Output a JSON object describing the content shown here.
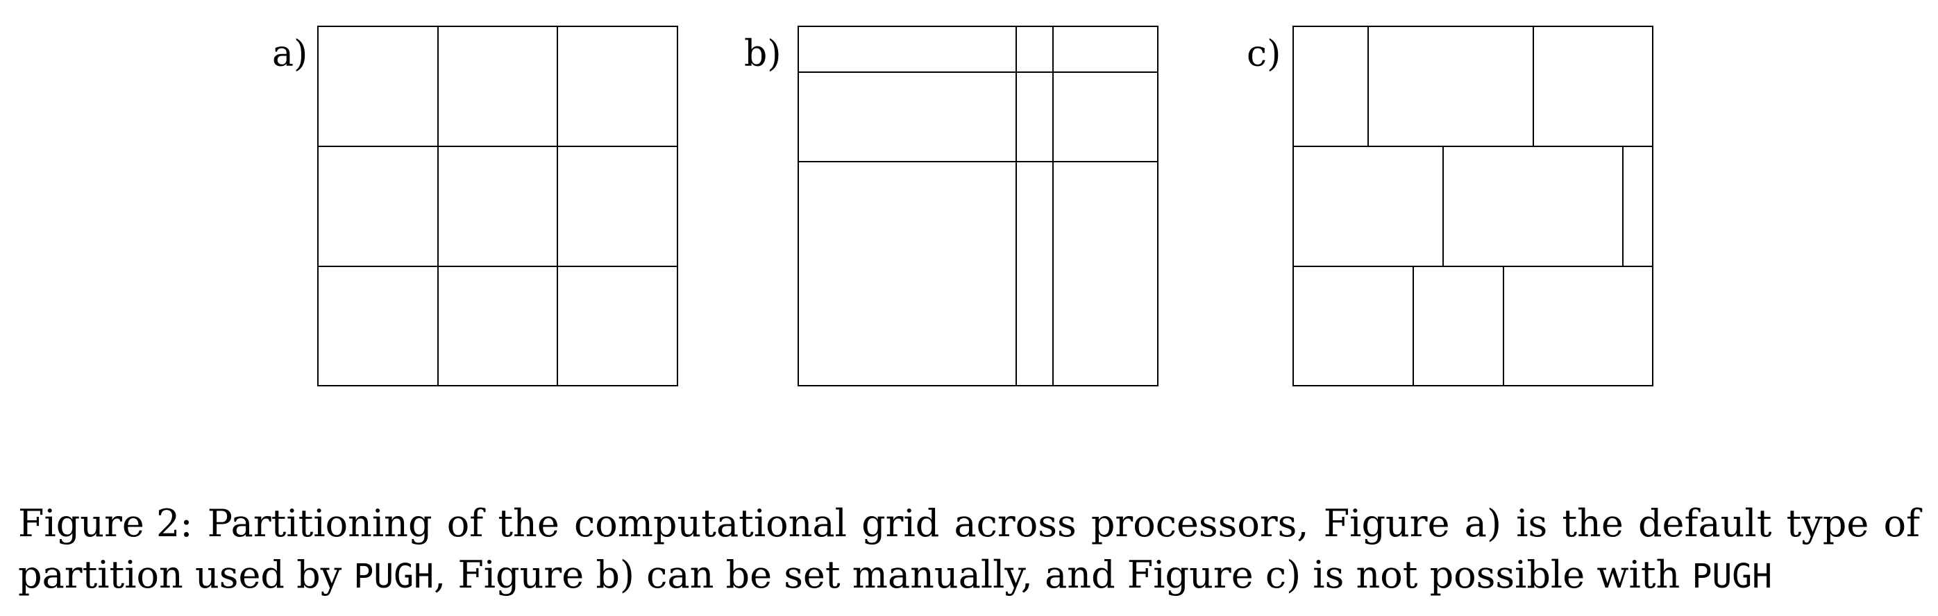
{
  "figure": {
    "panels": [
      {
        "label": "a)",
        "partition": "uniform 3x3 grid"
      },
      {
        "label": "b)",
        "partition": "non-uniform rectilinear grid"
      },
      {
        "label": "c)",
        "partition": "irregular staggered blocks"
      }
    ]
  },
  "caption": {
    "line1": [
      "Figure 2:",
      "Partitioning",
      "of",
      "the",
      "computational",
      "grid",
      "across",
      "processors,",
      "Figure",
      "a)",
      "is",
      "the",
      "default",
      "type",
      "of"
    ],
    "line2_part1": "partition used by ",
    "line2_code1": "PUGH",
    "line2_part2": ", Figure b) can be set manually, and Figure c) is not possible with ",
    "line2_code2": "PUGH"
  }
}
